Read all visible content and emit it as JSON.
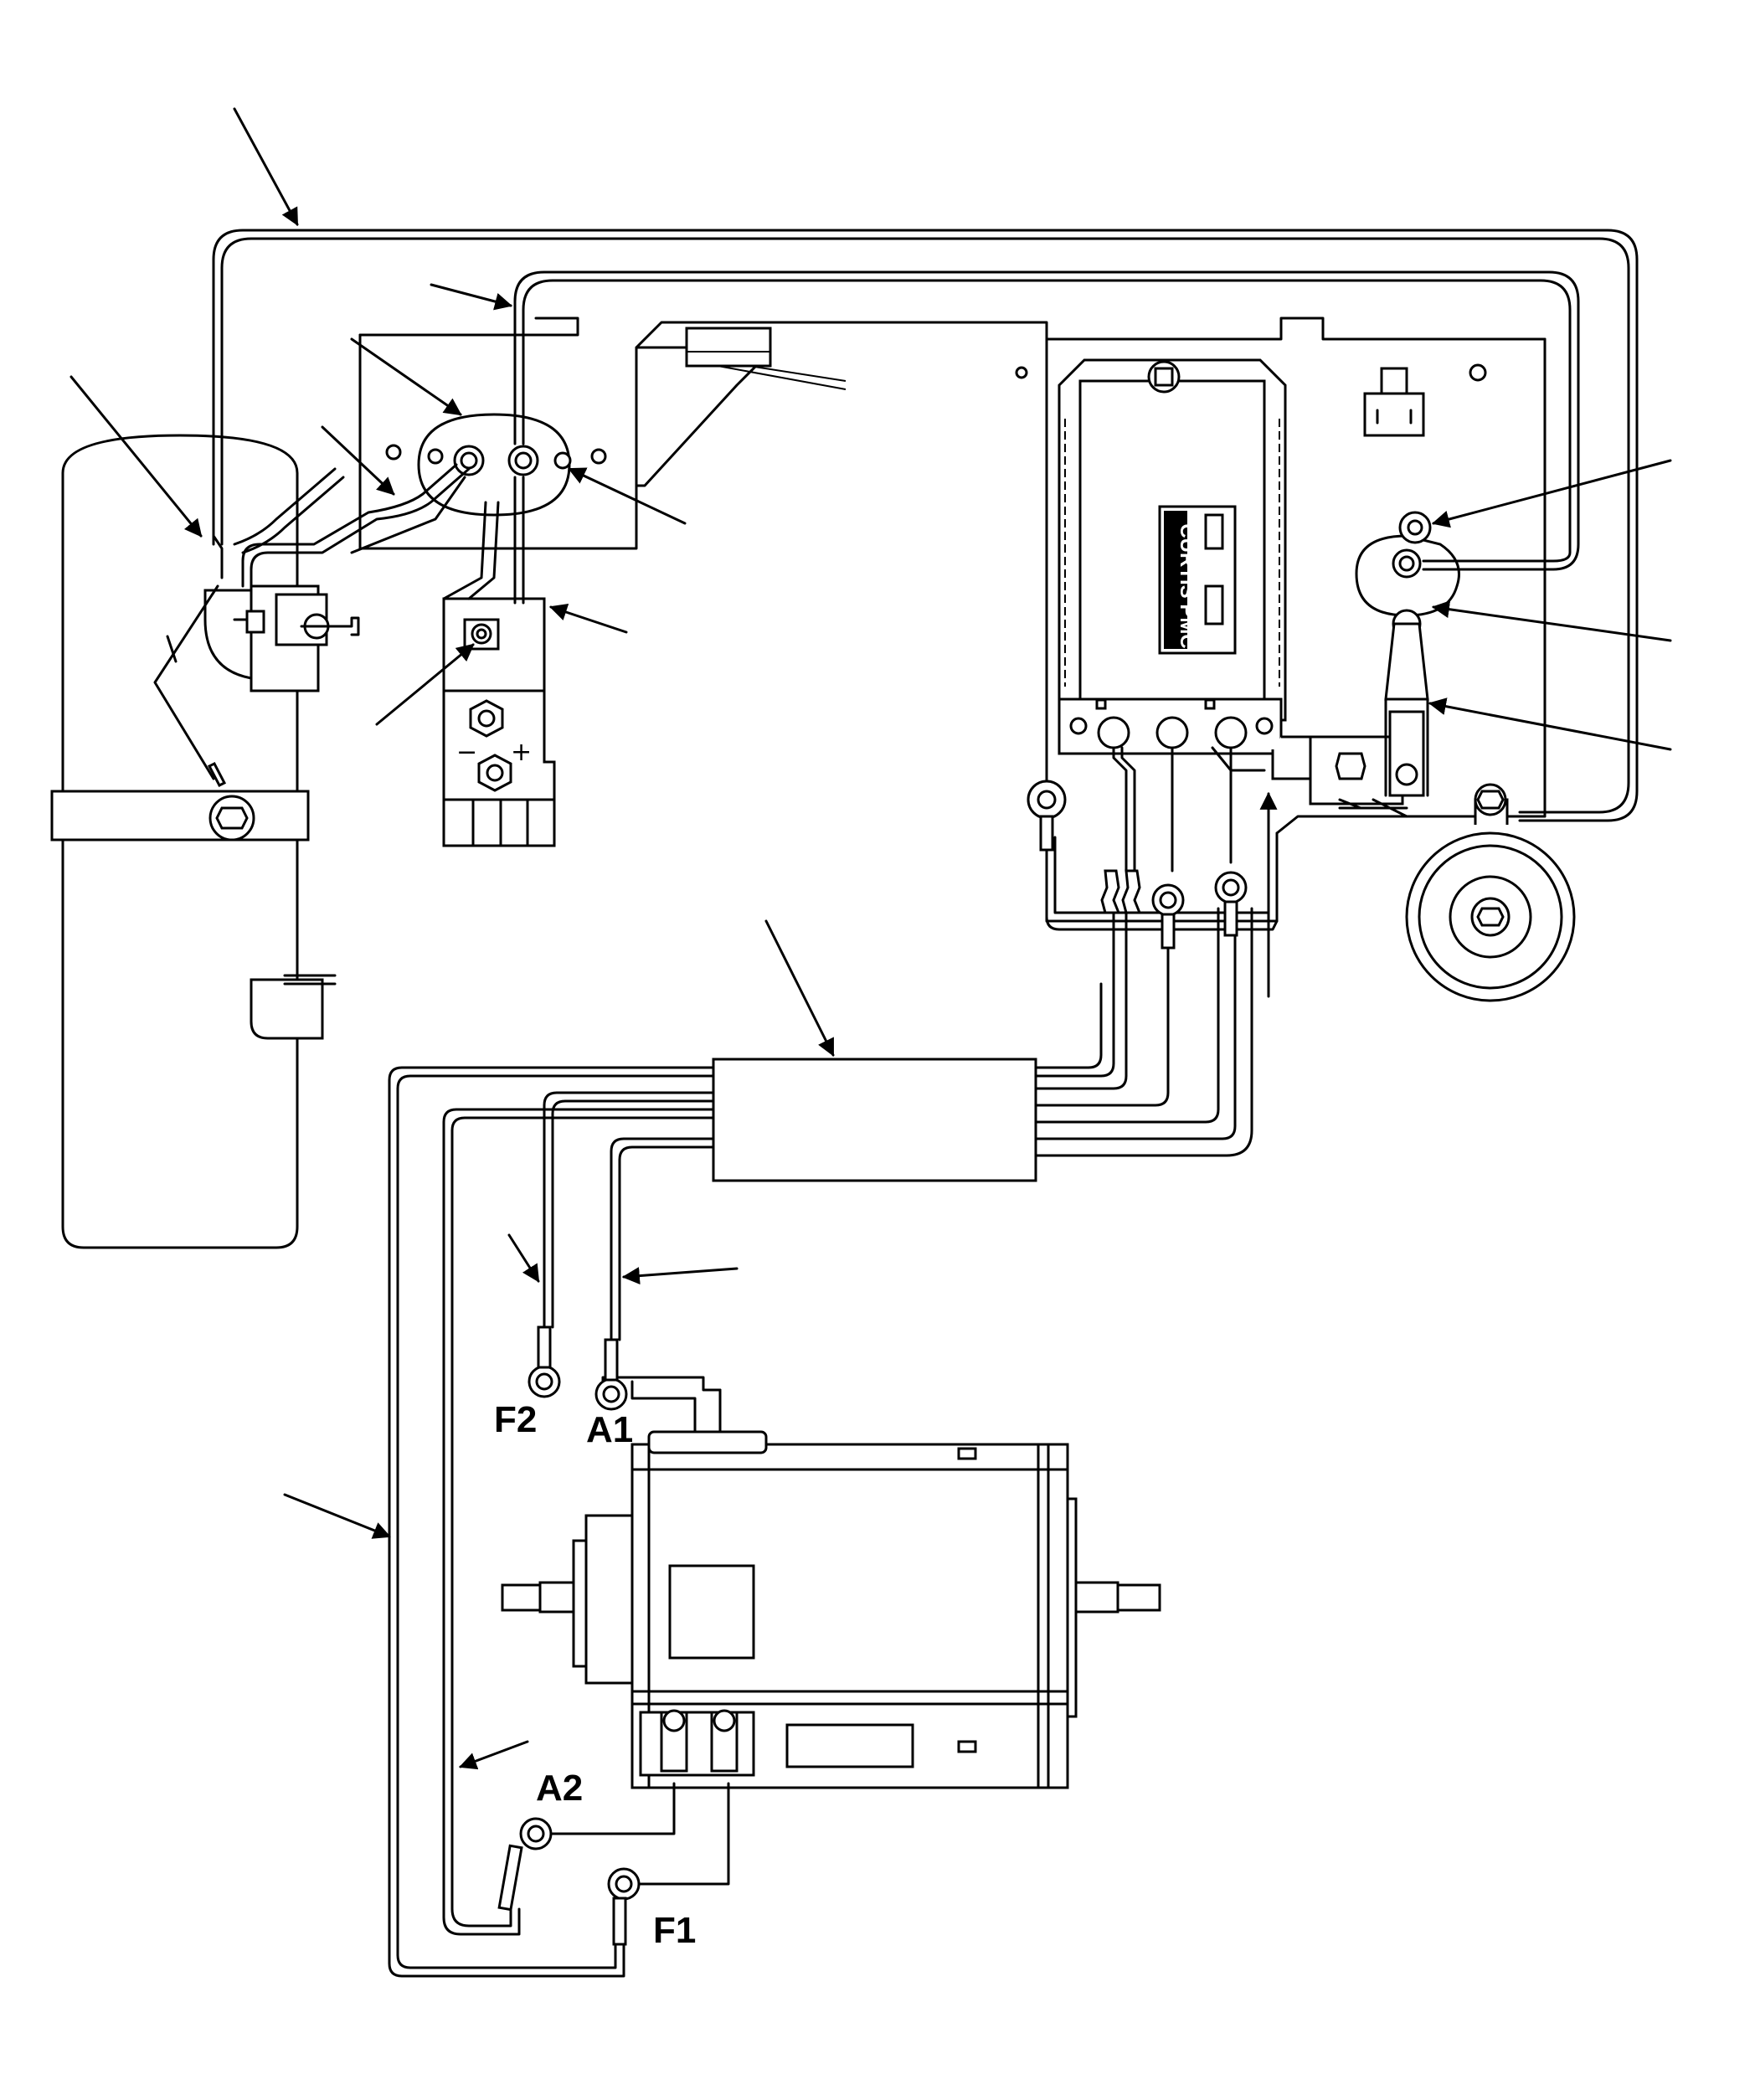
{
  "terminal_labels": {
    "f2": "F2",
    "a1": "A1",
    "a2": "A2",
    "f1": "F1"
  },
  "solenoid_polarity": {
    "minus": "−",
    "plus": "+"
  },
  "controller": {
    "brand": "CURTIS PMC"
  },
  "colors": {
    "line": "#000000",
    "background": "#ffffff"
  }
}
